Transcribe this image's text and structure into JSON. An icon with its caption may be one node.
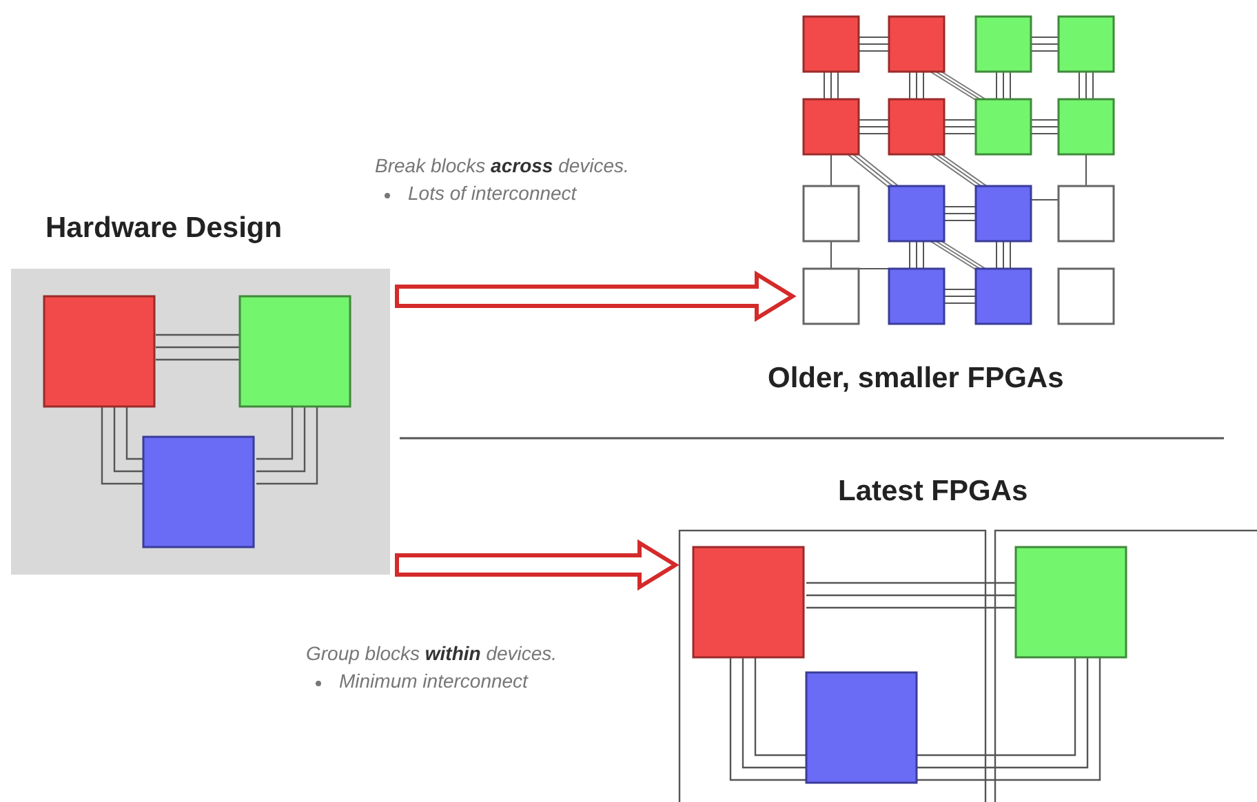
{
  "diagram": {
    "nodes": [
      {
        "text": [
          "Hardware Design"
        ]
      },
      {
        "text": [
          "Older, smaller FPGAs"
        ]
      },
      {
        "text": [
          "Latest FPGAs"
        ]
      }
    ],
    "edges": [
      {
        "from": 0,
        "to": 1,
        "arrow": "to"
      },
      {
        "from": 0,
        "to": 2,
        "arrow": "to"
      }
    ],
    "labels": [
      "Break blocks **across** devices.",
      "Lots of interconnect",
      "Group blocks **within** devices.",
      "Minimum interconnect"
    ]
  }
}
